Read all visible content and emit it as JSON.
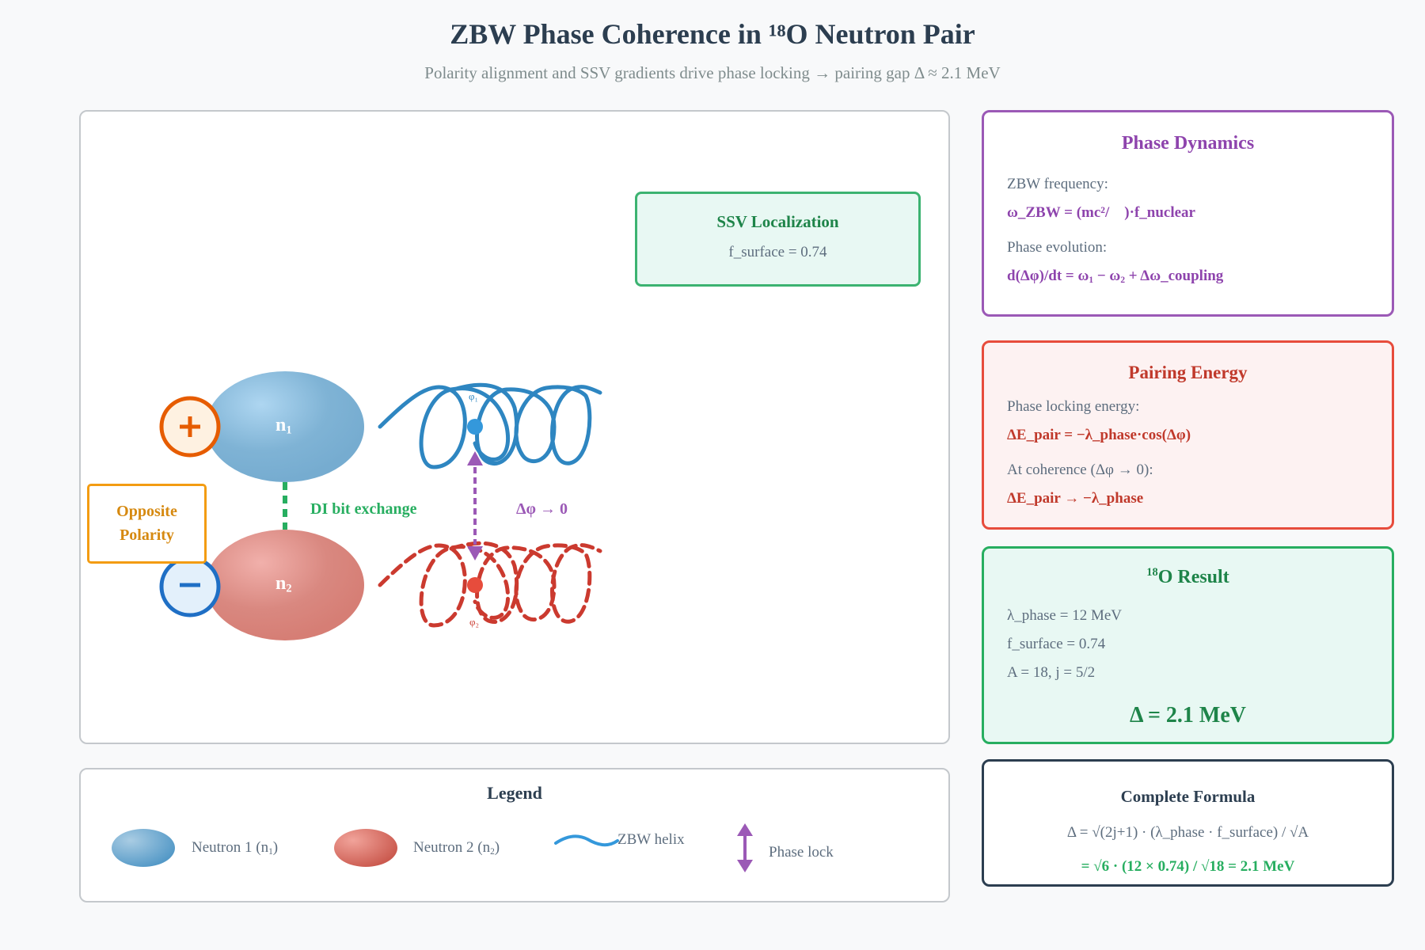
{
  "header": {
    "title": "ZBW Phase Coherence in ¹⁸O Neutron Pair",
    "subtitle": "Polarity alignment and SSV gradients drive phase locking → pairing gap Δ ≈ 2.1 MeV"
  },
  "diagram": {
    "neutron1": {
      "label": "n",
      "sub": "1",
      "polarity": "+",
      "color": "#7fb3d5"
    },
    "neutron2": {
      "label": "n",
      "sub": "2",
      "polarity": "−",
      "color": "#d98880"
    },
    "polarity_box": {
      "line1": "Opposite",
      "line2": "Polarity"
    },
    "exchange_label": "DI bit exchange",
    "phase_label": "Δφ → 0",
    "phi1_label": "φ₁",
    "phi2_label": "φ₂",
    "ssv_box": {
      "title": "SSV Localization",
      "value": "f_surface = 0.74"
    },
    "colors": {
      "helix1": "#3498db",
      "helix2": "#e74c3c",
      "exchange": "#27ae60",
      "phase_lock": "#9b59b6",
      "polarity_plus": "#e67e22",
      "polarity_minus": "#1f6fc5",
      "polarity_box": "#f39c12"
    }
  },
  "legend": {
    "title": "Legend",
    "items": [
      {
        "icon": "neutron1-ellipse-icon",
        "label": "Neutron 1 (n",
        "sub": "1",
        "end": ")"
      },
      {
        "icon": "neutron2-ellipse-icon",
        "label": "Neutron 2 (n",
        "sub": "2",
        "end": ")"
      },
      {
        "icon": "zbw-helix-icon",
        "label": "ZBW helix"
      },
      {
        "icon": "phase-lock-arrow-icon",
        "label": "Phase lock"
      }
    ]
  },
  "phase_dynamics": {
    "title": "Phase Dynamics",
    "label1": "ZBW frequency:",
    "eq1": "ω_ZBW = (mc²/    )·f_nuclear",
    "label2": "Phase evolution:",
    "eq2_a": "d(Δφ)/dt = ω",
    "eq2_s1": "1",
    "eq2_b": " − ω",
    "eq2_s2": "2",
    "eq2_c": " + Δω_coupling"
  },
  "pairing_energy": {
    "title": "Pairing Energy",
    "label1": "Phase locking energy:",
    "eq1": "ΔE_pair = −λ_phase·cos(Δφ)",
    "label2": "At coherence (Δφ → 0):",
    "eq2": "ΔE_pair → −λ_phase"
  },
  "result": {
    "title_sup": "18",
    "title": "O Result",
    "lines": [
      "λ_phase = 12 MeV",
      "f_surface = 0.74",
      "A = 18, j = 5/2"
    ],
    "value": "Δ = 2.1 MeV"
  },
  "formula": {
    "title": "Complete Formula",
    "general": "Δ = √(2j+1) · (λ_phase · f_surface) / √A",
    "numeric": "= √6 · (12 × 0.74) / √18 = 2.1 MeV"
  }
}
